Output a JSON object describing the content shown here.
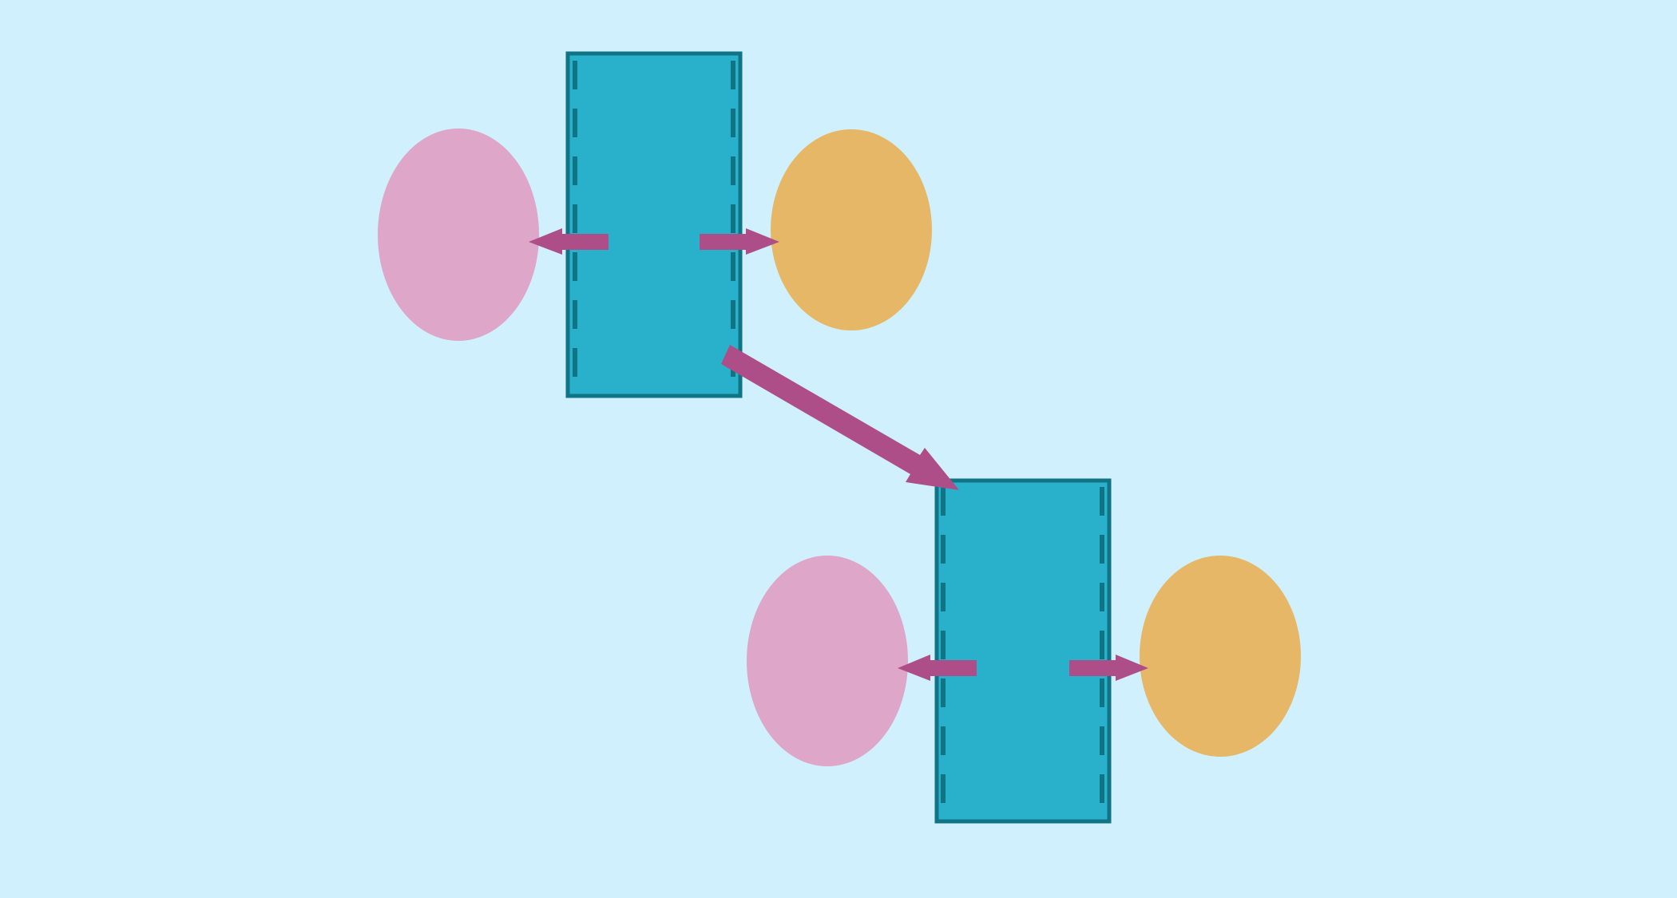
{
  "colors": {
    "background": "#d0f0fd",
    "box_fill": "#29b1cb",
    "box_stroke": "#117485",
    "left_ellipse": "#dea6c8",
    "right_ellipse": "#e6b767",
    "arrow": "#ad4e88"
  },
  "diagram": {
    "groups": [
      {
        "name": "upper-group",
        "box_icon": "dashed-rectangle",
        "left_node": "pink-ellipse",
        "right_node": "orange-ellipse"
      },
      {
        "name": "lower-group",
        "box_icon": "dashed-rectangle",
        "left_node": "pink-ellipse",
        "right_node": "orange-ellipse"
      }
    ],
    "connector": {
      "from": "upper-group",
      "to": "lower-group",
      "style": "thick-arrow"
    }
  }
}
